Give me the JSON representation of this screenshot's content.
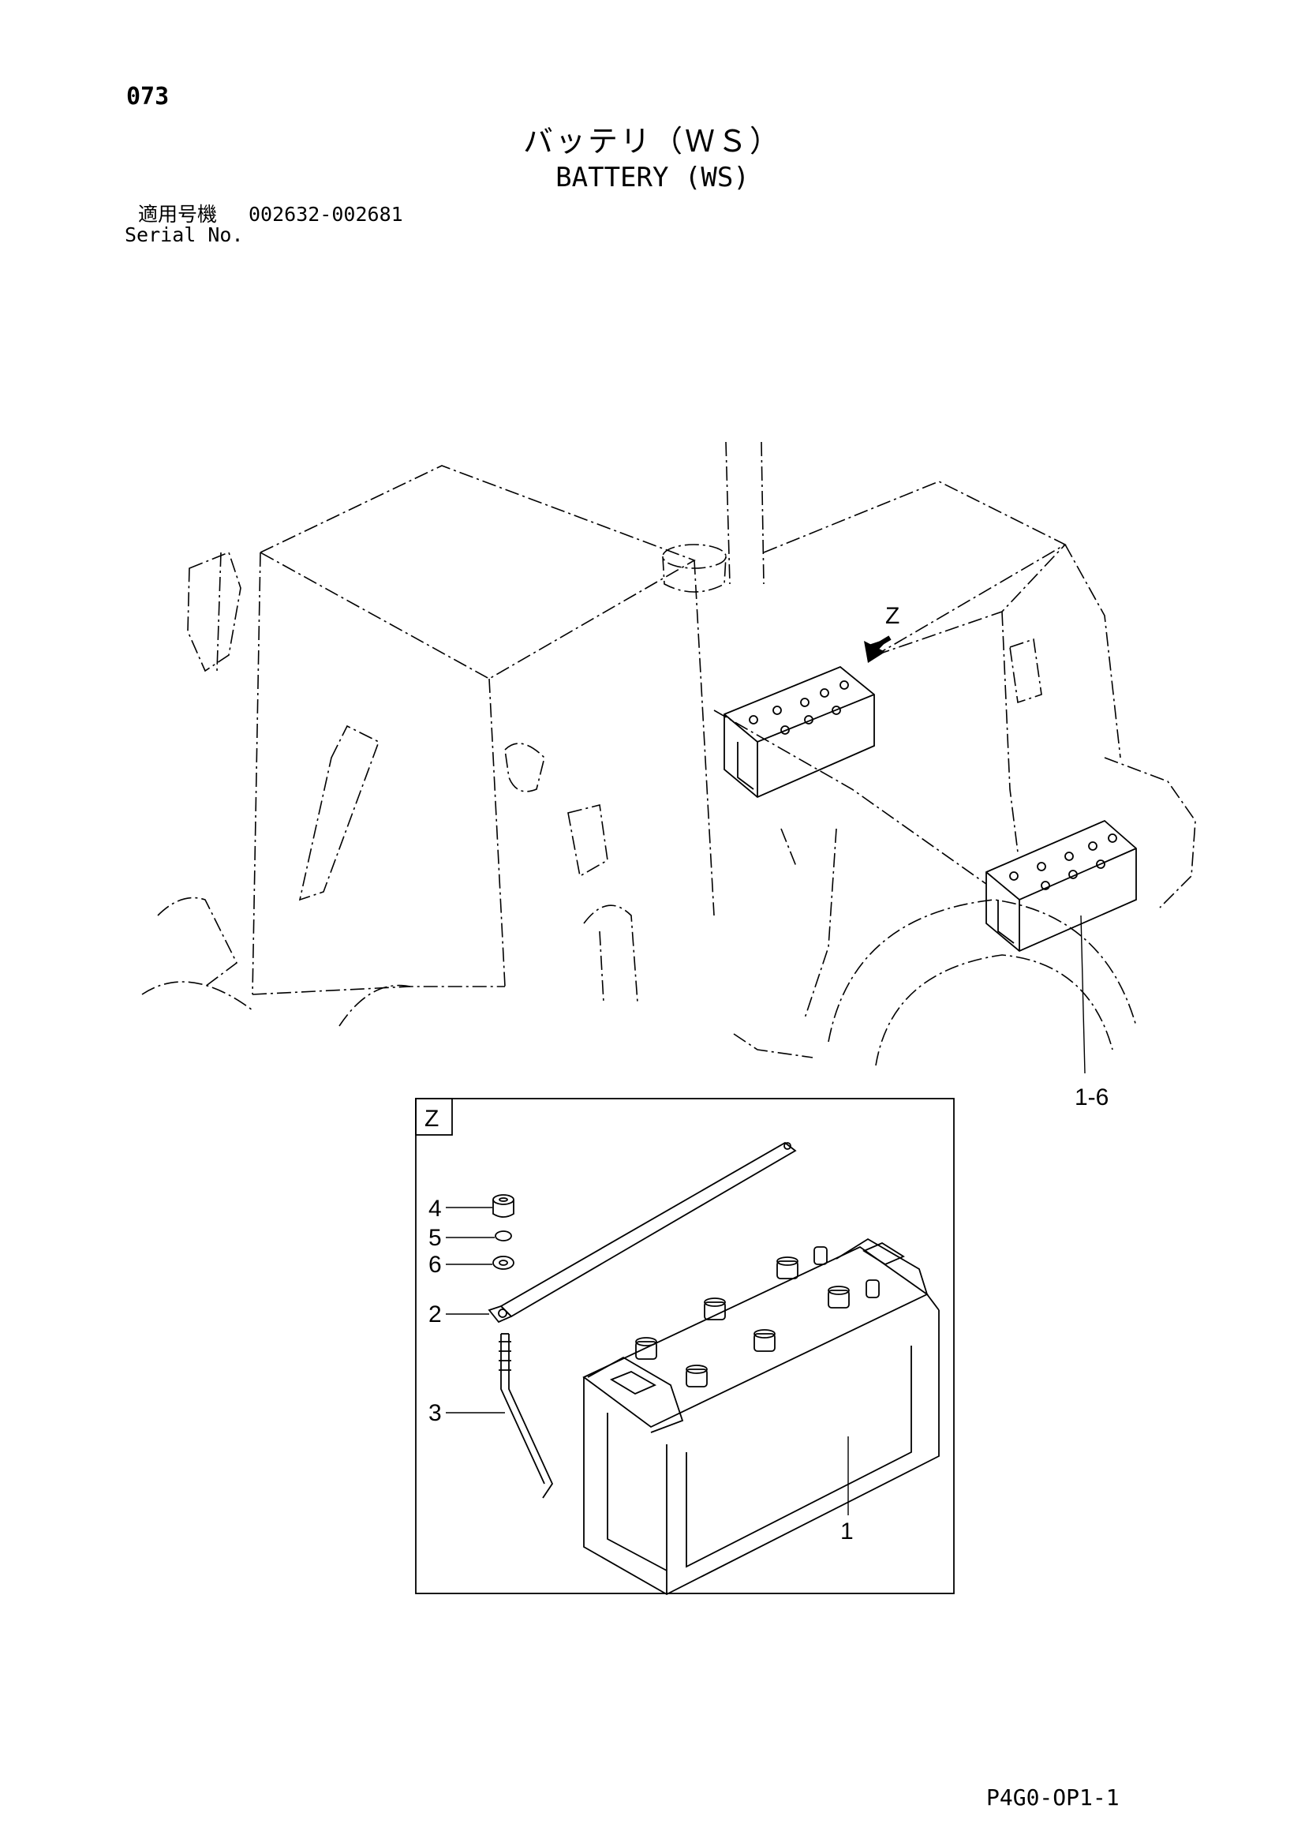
{
  "page": {
    "number": "073",
    "title_jp": "バッテリ（ＷＳ）",
    "title_en": "BATTERY (WS)",
    "serial_label_jp": "適用号機",
    "serial_range": "002632-002681",
    "serial_label_en": "Serial No.",
    "doc_code": "P4G0-OP1-1"
  },
  "diagram": {
    "view_arrow_label": "Z",
    "detail_box_label": "Z",
    "overview_callout": "1-6",
    "callouts": [
      "1",
      "2",
      "3",
      "4",
      "5",
      "6"
    ]
  }
}
